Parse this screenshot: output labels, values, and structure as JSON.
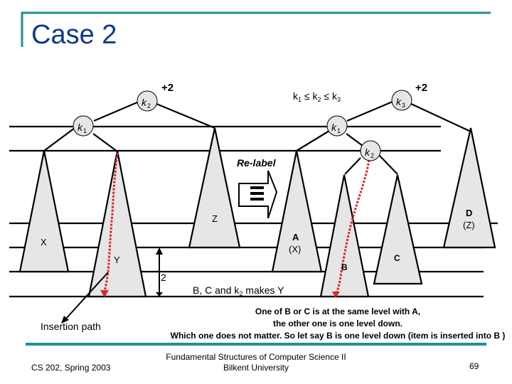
{
  "slide": {
    "title": "Case 2",
    "accent_color": "#1f8f8f",
    "title_color": "#0f3a8a"
  },
  "diagram": {
    "before": {
      "balance_label": "+2",
      "nodes": [
        "k2",
        "k1"
      ],
      "subtrees": [
        "X",
        "Y",
        "Z"
      ],
      "height_marker": "2",
      "insertion_path_label": "Insertion path"
    },
    "relation": {
      "text": "k1 ≤ k2 ≤ k3"
    },
    "transform": {
      "label": "Re-label",
      "symbol": "≡"
    },
    "after": {
      "balance_label": "+2",
      "nodes": [
        "k3",
        "k1",
        "k2"
      ],
      "subtrees": [
        {
          "name": "A",
          "sub": "(X)"
        },
        {
          "name": "B",
          "sub": ""
        },
        {
          "name": "C",
          "sub": ""
        },
        {
          "name": "D",
          "sub": "(Z)"
        }
      ],
      "caption": "B, C and k2 makes Y"
    }
  },
  "note": {
    "line1": "One of B or C is at the same level with A,",
    "line2": "the other one is one level down.",
    "line3": "Which one does not matter. So let say B is one level down (item is inserted into B )"
  },
  "footer": {
    "course": "CS 202, Spring 2003",
    "center_line1": "Fundamental Structures of Computer Science II",
    "center_line2": "Bilkent University",
    "page_number": "69"
  }
}
